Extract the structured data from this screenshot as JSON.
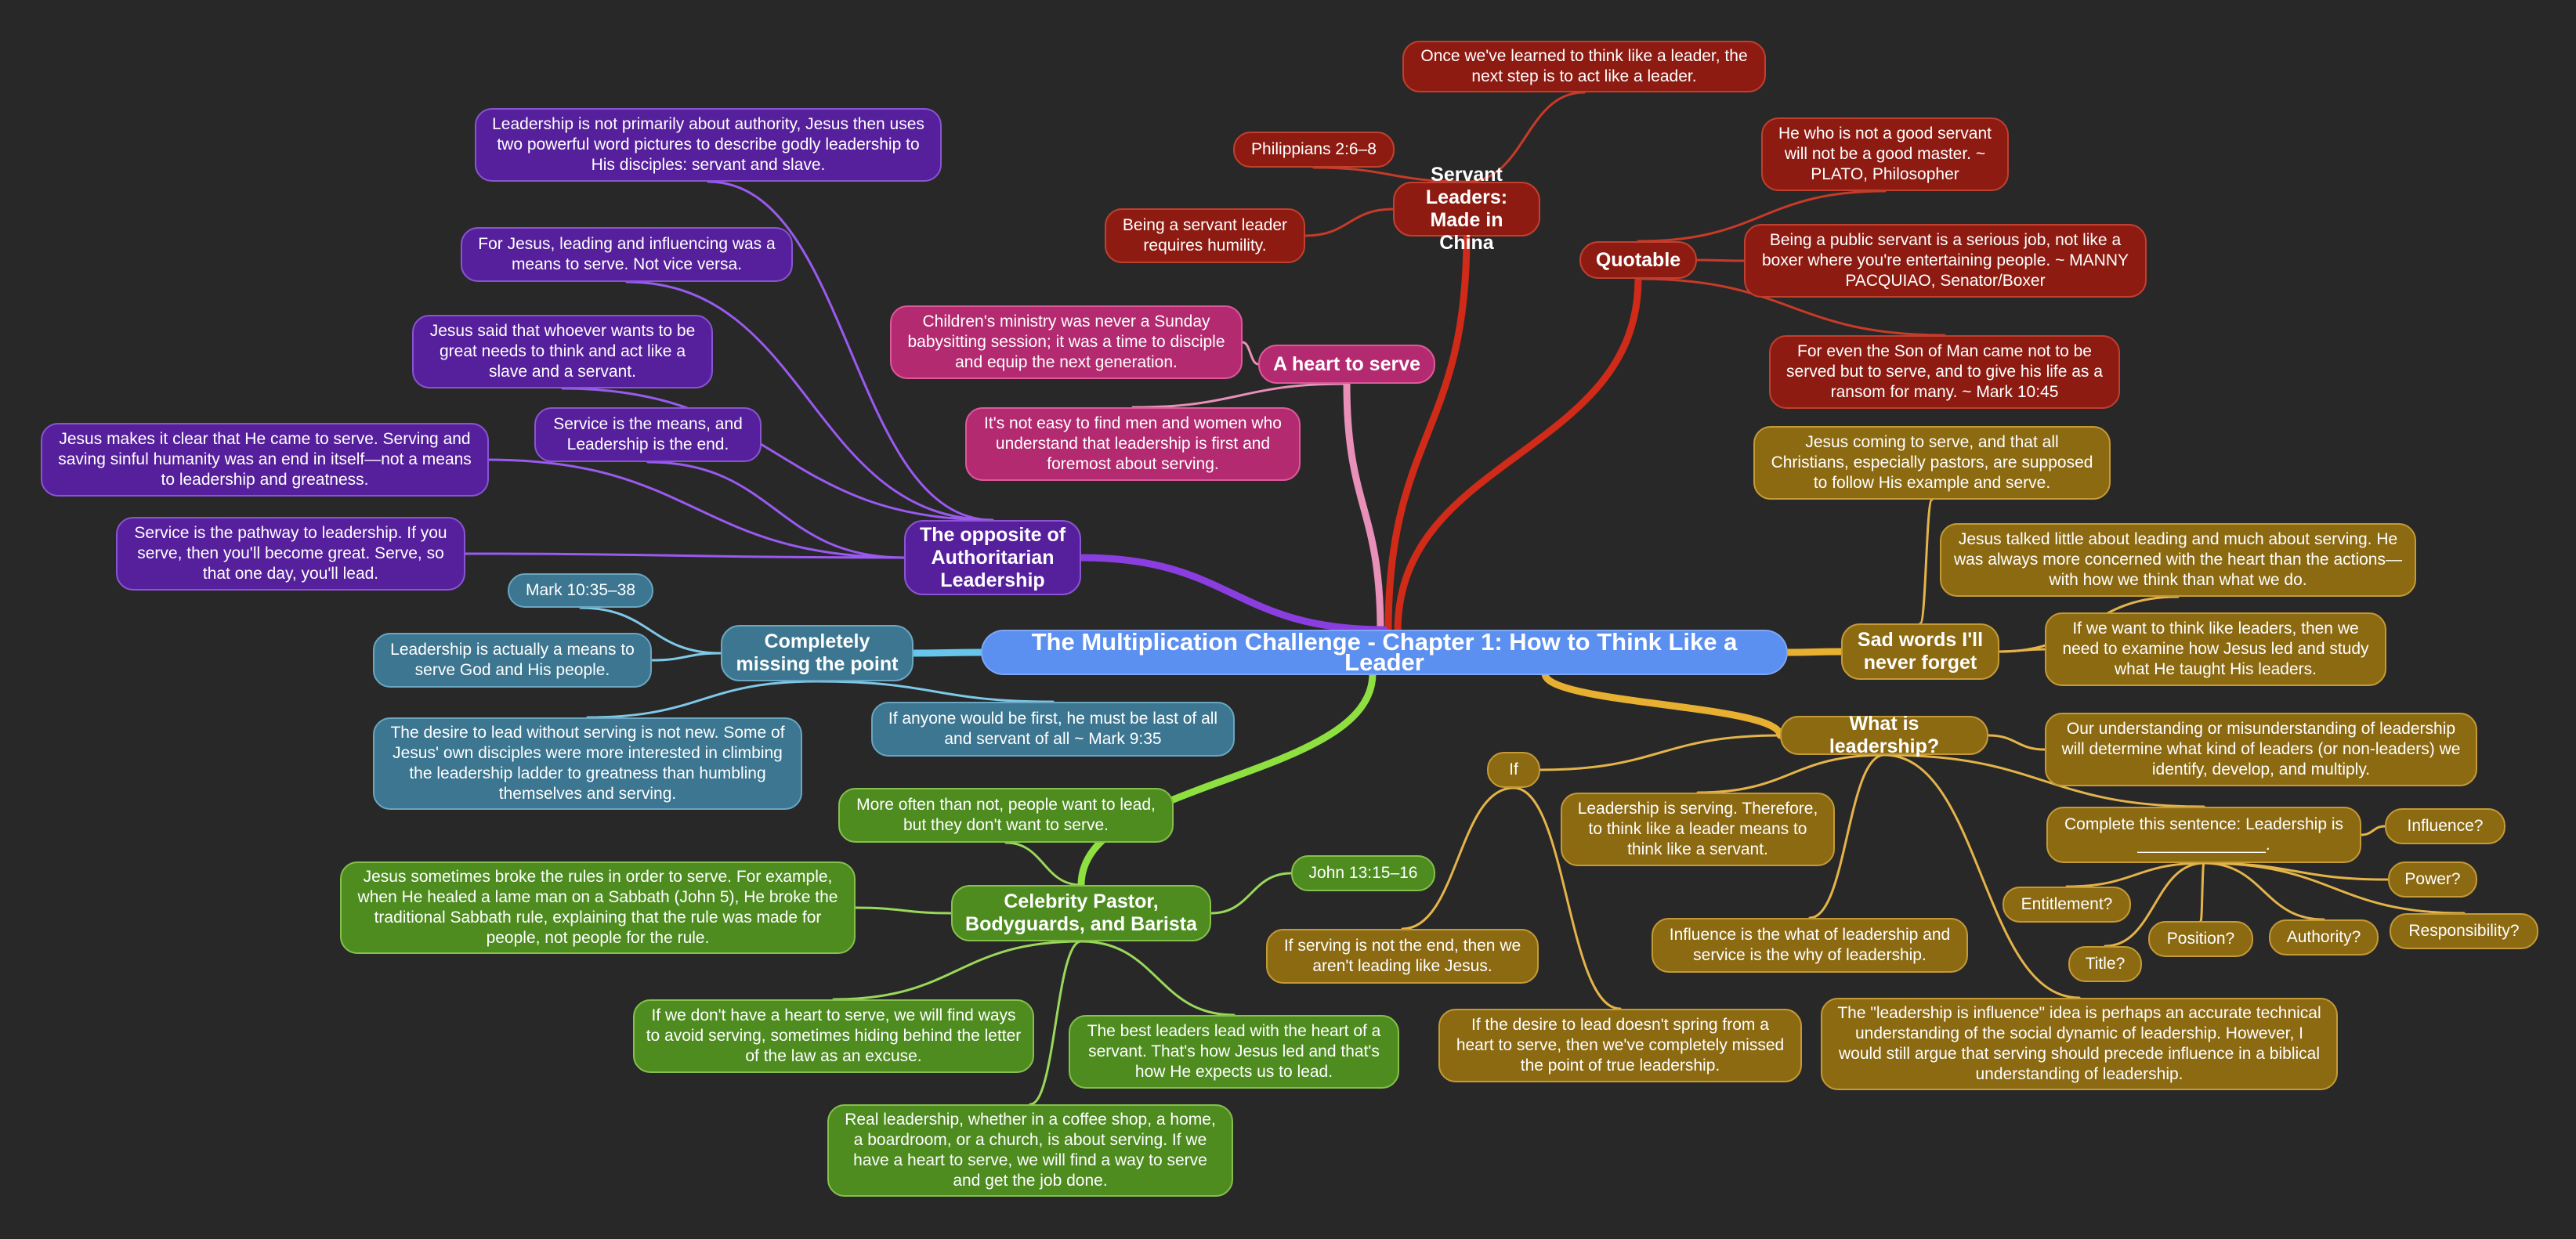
{
  "central": "The Multiplication Challenge - Chapter 1: How to Think Like a Leader",
  "branches": {
    "servant": {
      "label": "Servant Leaders:\nMade in China",
      "items": [
        "Once we've learned to think like a leader, the next step is to act like a leader.",
        "Philippians 2:6–8",
        "Being a servant leader requires humility."
      ]
    },
    "quotable": {
      "label": "Quotable",
      "items": [
        "He who is not a good servant will not be a good master. ~ PLATO, Philosopher",
        "Being a public servant is a serious job, not like a boxer where you're entertaining people. ~ MANNY PACQUIAO, Senator/Boxer",
        "For even the Son of Man came not to be served but to serve, and to give his life as a ransom for many. ~ Mark 10:45"
      ]
    },
    "heart": {
      "label": "A heart to serve",
      "items": [
        "Children's ministry was never a Sunday babysitting session; it was a time to disciple and equip the next generation.",
        "It's not easy to find men and women who understand that leadership is first and foremost about serving."
      ]
    },
    "opposite": {
      "label": "The opposite of\nAuthoritarian\nLeadership",
      "items": [
        "Leadership is not primarily about authority, Jesus then uses two powerful word pictures to describe godly leadership to His disciples: servant and slave.",
        "For Jesus, leading and influencing was a means to serve. Not vice versa.",
        "Jesus said that whoever wants to be great needs to think and act like a slave and a servant.",
        "Service is the means, and Leadership is the end.",
        "Jesus makes it clear that He came to serve. Serving and saving sinful humanity was an end in itself—not a means to leadership and greatness.",
        "Service is the pathway to leadership. If you serve, then you'll become great. Serve, so that one day, you'll lead."
      ]
    },
    "missing": {
      "label": "Completely\nmissing the point",
      "items": [
        "Mark 10:35–38",
        "Leadership is actually a means to serve God and His people.",
        "The desire to lead without serving is not new. Some of Jesus' own disciples were more interested in climbing the leadership ladder to greatness than humbling themselves and serving.",
        "If anyone would be first, he must be last of all and servant of all ~ Mark 9:35"
      ]
    },
    "celebrity": {
      "label": "Celebrity Pastor,\nBodyguards, and Barista",
      "items": [
        "More often than not, people want to lead, but they don't want to serve.",
        "John 13:15–16",
        "Jesus sometimes broke the rules in order to serve. For example, when He healed a lame man on a Sabbath (John 5), He broke the traditional Sabbath rule, explaining that the rule was made for people, not people for the rule.",
        "If we don't have a heart to serve, we will find ways to avoid serving, sometimes hiding behind the letter of the law as an excuse.",
        "The best leaders lead with the heart of a servant. That's how Jesus led and that's how He expects us to lead.",
        "Real leadership, whether in a coffee shop, a home, a boardroom, or a church, is about serving. If we have a heart to serve, we will find a way to serve and get the job done."
      ]
    },
    "sad": {
      "label": "Sad words I'll\nnever forget",
      "items": [
        "Jesus coming to serve, and that all Christians, especially pastors, are supposed to follow His example and serve.",
        "Jesus talked little about leading and much about serving. He was always more concerned with the heart than the actions—with how we think than what we do.",
        "If we want to think like leaders, then we need to examine how Jesus led and study what He taught His leaders."
      ]
    },
    "what": {
      "label": "What is leadership?",
      "items": [
        "Our understanding or misunderstanding of leadership will determine what kind of leaders (or non-leaders) we identify, develop, and multiply.",
        "Leadership is serving. Therefore, to think like a leader means to think like a servant.",
        "Influence is the what of leadership and service is the why of leadership.",
        "The \"leadership is influence\" idea is perhaps an accurate technical understanding of the social dynamic of leadership. However, I would still argue that serving should precede influence in a biblical understanding of leadership."
      ],
      "if": {
        "label": "If",
        "items": [
          "If serving is not the end, then we aren't leading like Jesus.",
          "If the desire to lead doesn't spring from a heart to serve, then we've completely missed the point of true leadership."
        ]
      },
      "sentence": {
        "label": "Complete this sentence: Leadership is\n______________.",
        "items": [
          "Influence?",
          "Power?",
          "Responsibility?",
          "Authority?",
          "Position?",
          "Title?",
          "Entitlement?"
        ]
      }
    }
  },
  "colors": {
    "background": "#282828",
    "central": "#5b8ff0",
    "servant": "#8e1b12",
    "heart": "#b42a70",
    "opposite": "#56209c",
    "missing": "#3c7690",
    "celebrity": "#4e8c20",
    "gold": "#8c6a12"
  }
}
